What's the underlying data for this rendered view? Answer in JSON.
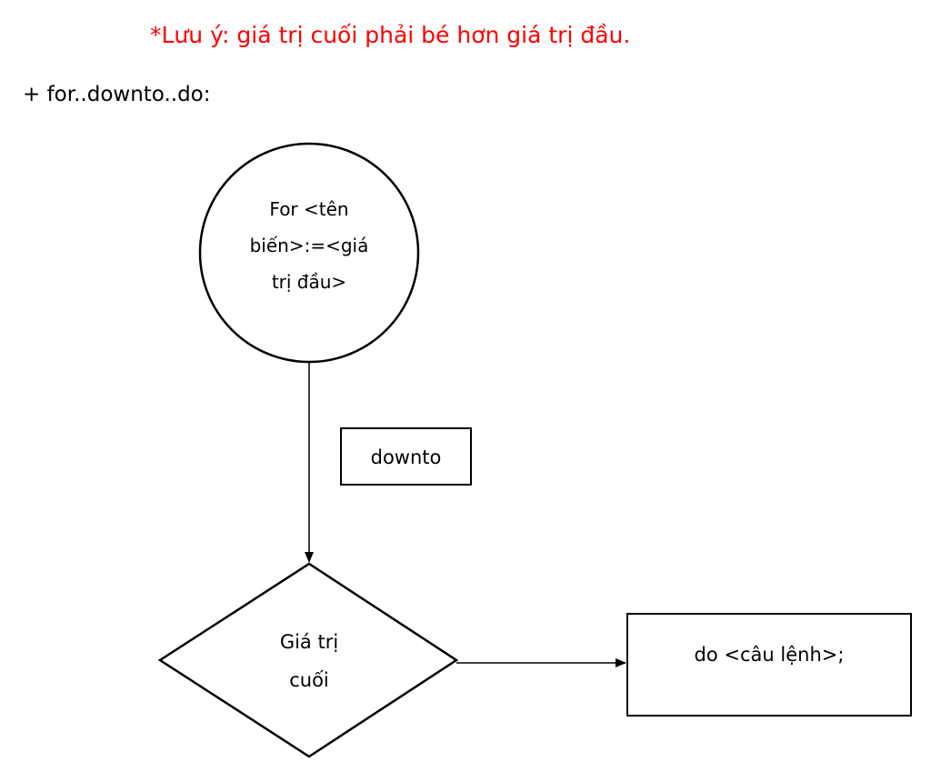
{
  "note": "*Lưu ý: giá trị  cuối phải bé hơn giá trị  đầu.",
  "heading": "+ for..downto..do:",
  "colors": {
    "note": "#ff0000",
    "text": "#000000",
    "stroke": "#000000",
    "background": "#ffffff"
  },
  "diagram": {
    "start_node": {
      "shape": "circle",
      "lines": [
        "For <tên",
        "biến>:=<giá",
        "trị  đầu>"
      ]
    },
    "step_label": {
      "shape": "rectangle",
      "text": "downto"
    },
    "condition_node": {
      "shape": "diamond",
      "lines": [
        "Giá trị",
        "cuối"
      ]
    },
    "action_node": {
      "shape": "rectangle",
      "text": "do <câu lệnh>;"
    },
    "edges": [
      {
        "from": "start_node",
        "to": "condition_node",
        "arrow": true
      },
      {
        "from": "condition_node",
        "to": "action_node",
        "arrow": true
      }
    ]
  }
}
